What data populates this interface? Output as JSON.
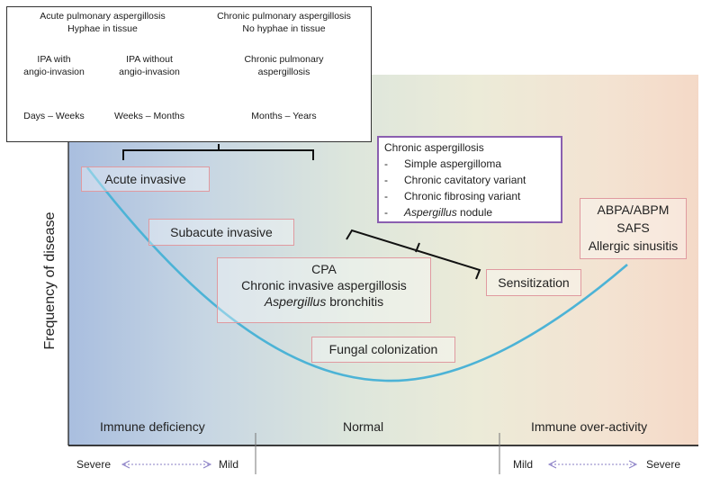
{
  "table": {
    "header_left_line1": "Acute pulmonary aspergillosis",
    "header_left_line2": "Hyphae in tissue",
    "header_right_line1": "Chronic pulmonary aspergillosis",
    "header_right_line2": "No hyphae in tissue",
    "ipa_with_line1": "IPA with",
    "ipa_with_line2": "angio-invasion",
    "ipa_without_line1": "IPA without",
    "ipa_without_line2": "angio-invasion",
    "cpa_line1": "Chronic pulmonary",
    "cpa_line2": "aspergillosis",
    "time_1": "Days – Weeks",
    "time_2": "Weeks – Months",
    "time_3": "Months – Years"
  },
  "chronic_box": {
    "title": "Chronic aspergillosis",
    "item1": "Simple aspergilloma",
    "item2": "Chronic cavitatory variant",
    "item3": "Chronic fibrosing variant",
    "item4_italic": "Aspergillus",
    "item4_rest": " nodule",
    "bullet": "-"
  },
  "boxes": {
    "acute_invasive": "Acute invasive",
    "subacute_invasive": "Subacute invasive",
    "cpa_line1": "CPA",
    "cpa_line2": "Chronic invasive aspergillosis",
    "cpa_line3_italic": "Aspergillus",
    "cpa_line3_rest": " bronchitis",
    "fungal_colonization": "Fungal colonization",
    "sensitization": "Sensitization",
    "allergic_line1": "ABPA/ABPM",
    "allergic_line2": "SAFS",
    "allergic_line3": "Allergic sinusitis"
  },
  "axis": {
    "ylabel": "Frequency of disease",
    "immune_deficiency": "Immune deficiency",
    "normal": "Normal",
    "immune_overactivity": "Immune over-activity",
    "left_severe": "Severe",
    "left_mild": "Mild",
    "right_mild": "Mild",
    "right_severe": "Severe"
  },
  "colors": {
    "curve": "#4cb3d6",
    "box_border": "#e09aa0",
    "chronic_border": "#8a5fb0",
    "arrow": "#8a7fc6"
  }
}
